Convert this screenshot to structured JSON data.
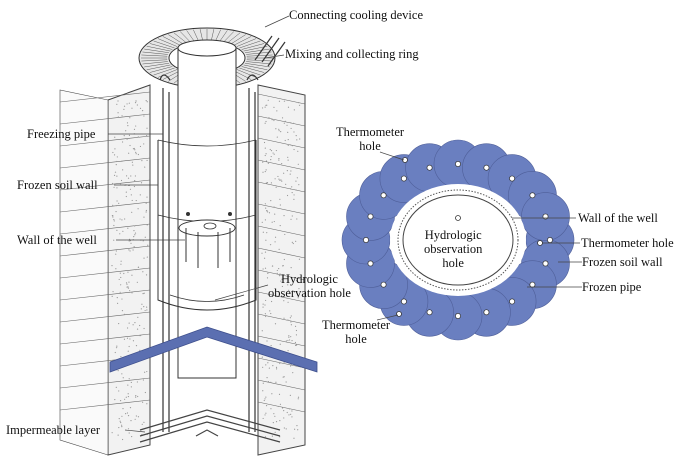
{
  "labels": {
    "connecting_cooling_device": "Connecting cooling device",
    "mixing_collecting_ring": "Mixing and collecting ring",
    "freezing_pipe": "Freezing pipe",
    "frozen_soil_wall_left": "Frozen soil wall",
    "wall_of_well_left": "Wall of the well",
    "hydrologic_hole_left": "Hydrologic\nobservation hole",
    "thermometer_hole_left": "Thermometer\nhole",
    "impermeable_layer": "Impermeable layer",
    "thermometer_hole_top": "Thermometer\nhole",
    "wall_of_well_right": "Wall of the well",
    "thermometer_hole_right": "Thermometer hole",
    "frozen_soil_wall_right": "Frozen soil wall",
    "frozen_pipe": "Frozen pipe",
    "hydrologic_hole_center": "Hydrologic\nobservation\nhole"
  },
  "colors": {
    "frozen_wall": "#6a7fc0",
    "impermeable_band": "#5b6fb1",
    "line": "#333333"
  }
}
